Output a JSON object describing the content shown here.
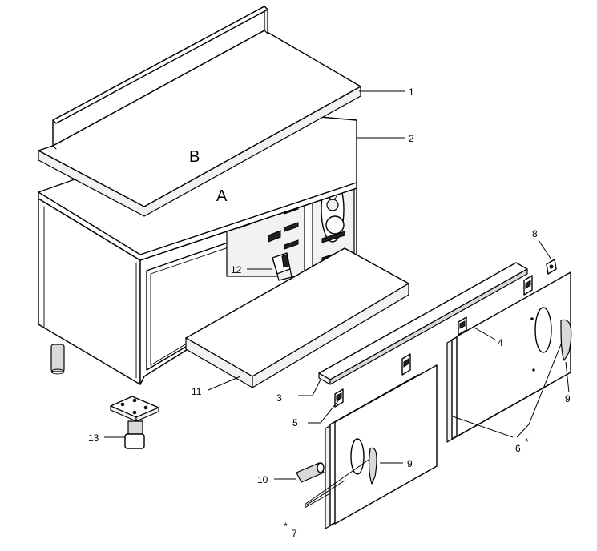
{
  "labels": {
    "A": "A",
    "B": "B",
    "p1": "1",
    "p2": "2",
    "p3": "3",
    "p4": "4",
    "p5": "5",
    "p6": "6",
    "p7": "7",
    "p8": "8",
    "p9a": "9",
    "p9b": "9",
    "p10": "10",
    "p11": "11",
    "p12": "12",
    "p13": "13",
    "star6": "*",
    "star7": "*"
  }
}
